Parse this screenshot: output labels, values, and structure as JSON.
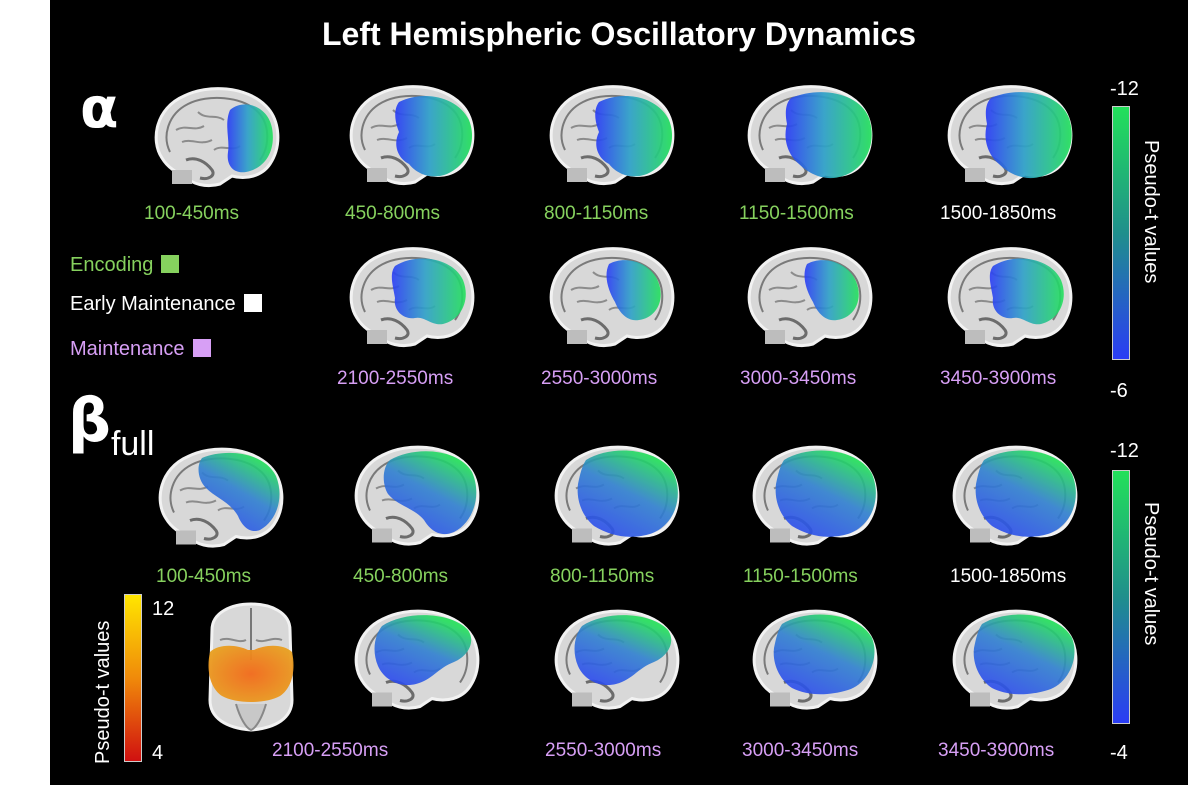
{
  "title": "Left Hemispheric Oscillatory Dynamics",
  "alpha": {
    "symbol": "α",
    "encoding_windows": [
      "100-450ms",
      "450-800ms",
      "800-1150ms",
      "1150-1500ms"
    ],
    "early_maintenance_window": "1500-1850ms",
    "maintenance_windows": [
      "2100-2550ms",
      "2550-3000ms",
      "3000-3450ms",
      "3450-3900ms"
    ],
    "colorbar": {
      "label": "Pseudo-t values",
      "top": "-12",
      "bottom": "-6"
    }
  },
  "beta": {
    "symbol": "β",
    "subscript": "full",
    "encoding_windows": [
      "100-450ms",
      "450-800ms",
      "800-1150ms",
      "1150-1500ms"
    ],
    "early_maintenance_window": "1500-1850ms",
    "maintenance_windows": [
      "2100-2550ms",
      "2550-3000ms",
      "3000-3450ms",
      "3450-3900ms"
    ],
    "colorbar": {
      "label": "Pseudo-t values",
      "top": "-12",
      "bottom": "-4"
    },
    "posterior_colorbar": {
      "label": "Pseudo-t values",
      "top": "12",
      "bottom": "4"
    }
  },
  "legend": [
    {
      "label": "Encoding",
      "color": "#86d15e"
    },
    {
      "label": "Early Maintenance",
      "color": "#ffffff"
    },
    {
      "label": "Maintenance",
      "color": "#d79ff5"
    }
  ],
  "colors": {
    "background": "#000000",
    "negative_strong": "#22e05a",
    "negative_weak": "#2a3cf5",
    "positive_strong": "#ffe600",
    "positive_weak": "#d01010"
  }
}
